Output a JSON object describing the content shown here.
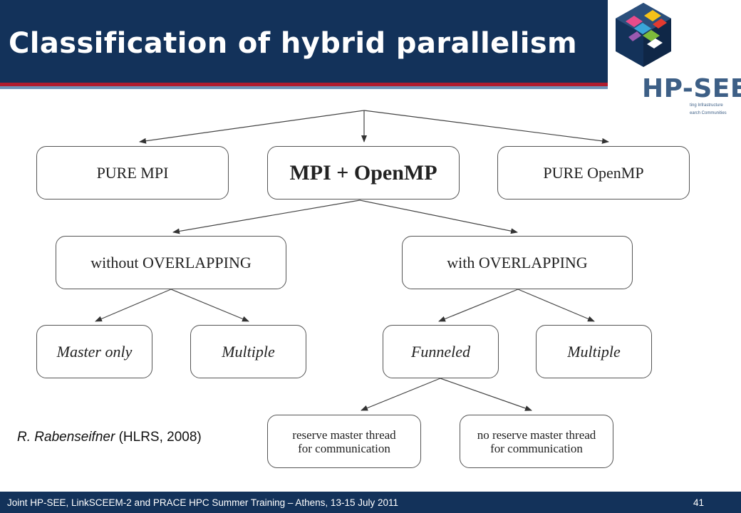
{
  "slide": {
    "title": "Classification of hybrid parallelism",
    "logo": {
      "name": "HP-SEE",
      "tagline_1": "ting Infrastructure",
      "tagline_2": "earch Communities"
    },
    "citation": {
      "author": "R. Rabenseifner",
      "source": " (HLRS, 2008)"
    },
    "footer": {
      "text": "Joint HP-SEE, LinkSCEEM-2 and PRACE HPC Summer Training – Athens, 13-15 July 2011",
      "page": "41"
    }
  },
  "diagram": {
    "nodes": {
      "pure_mpi": "PURE MPI",
      "mpi_openmp": "MPI + OpenMP",
      "pure_openmp": "PURE OpenMP",
      "without_overlapping": "without OVERLAPPING",
      "with_overlapping": "with OVERLAPPING",
      "master_only": "Master only",
      "multiple_left": "Multiple",
      "funneled": "Funneled",
      "multiple_right": "Multiple",
      "reserve_line1": "reserve master thread",
      "reserve_line2": "for communication",
      "no_reserve_line1": "no reserve master thread",
      "no_reserve_line2": "for communication"
    }
  }
}
